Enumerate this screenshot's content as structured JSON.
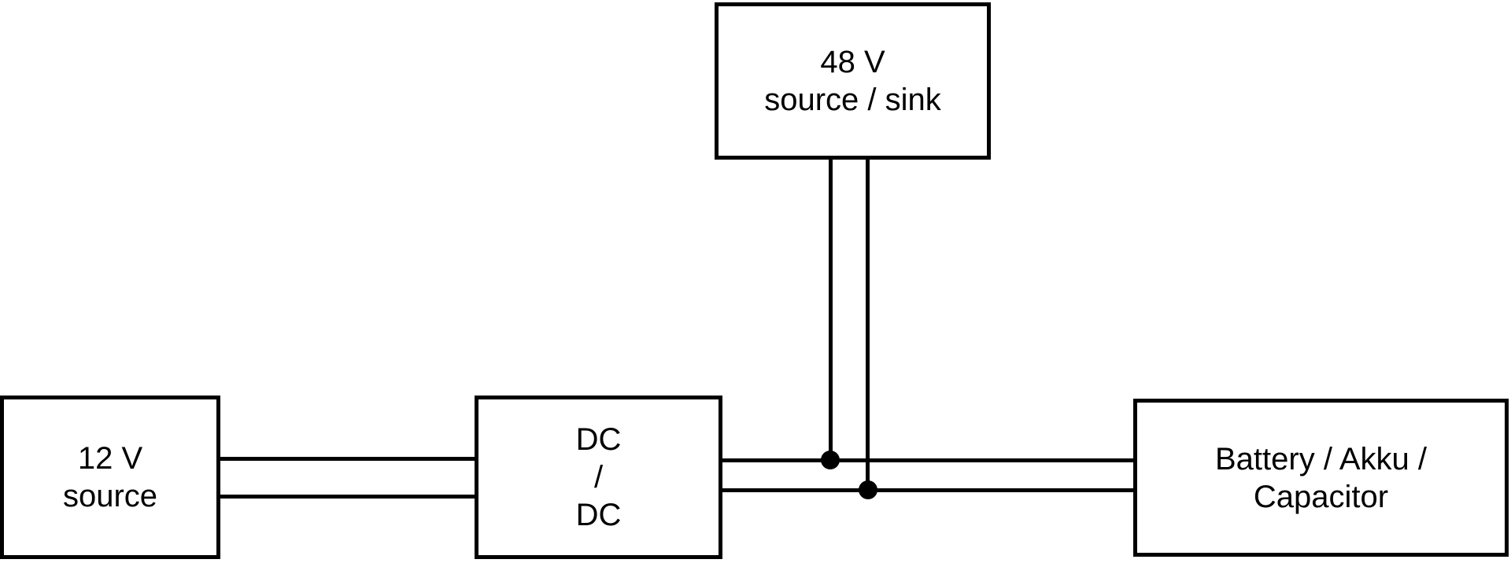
{
  "diagram": {
    "background_color": "#ffffff",
    "line_color": "#000000",
    "node_fill_color": "#ffffff",
    "nodes": {
      "source_48v": {
        "line1": "48 V",
        "line2": "source / sink"
      },
      "source_12v": {
        "line1": "12 V",
        "line2": "source"
      },
      "converter_dc_dc": {
        "line1": "DC",
        "line2": "/",
        "line3": "DC"
      },
      "battery": {
        "line1": "Battery / Akku /",
        "line2": "Capacitor"
      }
    },
    "connections": [
      {
        "from": "source_12v",
        "to": "converter_dc_dc",
        "wires": 2
      },
      {
        "from": "converter_dc_dc",
        "to": "battery",
        "wires": 2
      },
      {
        "from": "source_48v",
        "to": "bus_between_dc_dc_and_battery",
        "wires": 2,
        "junction_dots": 2
      }
    ]
  }
}
